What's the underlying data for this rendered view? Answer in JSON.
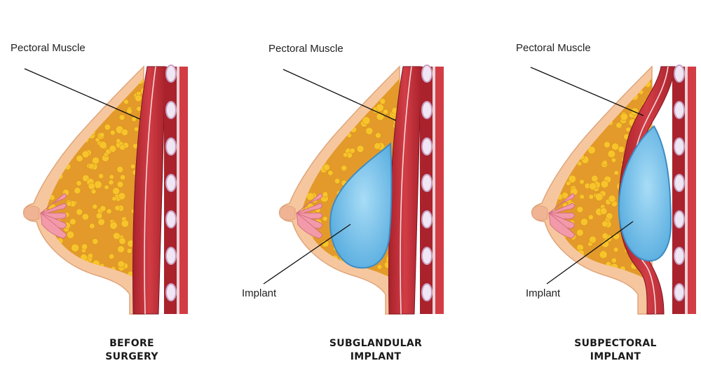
{
  "colors": {
    "skin": "#f6c79e",
    "skin_outline": "#e0a47a",
    "fat_bg": "#e39a2a",
    "fat_globule": "#f7c42c",
    "muscle": "#a9222c",
    "muscle_light": "#d23d45",
    "rib": "#c6a2c4",
    "implant": "#5aaee0",
    "implant_light": "#a8dcf6",
    "gland": "#f29aa9",
    "leader_line": "#111111"
  },
  "panels": [
    {
      "pectoral_label": "Pectoral Muscle",
      "implant_label": "",
      "caption_line1": "BEFORE",
      "caption_line2": "SURGERY"
    },
    {
      "pectoral_label": "Pectoral Muscle",
      "implant_label": "Implant",
      "caption_line1": "SUBGLANDULAR",
      "caption_line2": "IMPLANT"
    },
    {
      "pectoral_label": "Pectoral Muscle",
      "implant_label": "Implant",
      "caption_line1": "SUBPECTORAL",
      "caption_line2": "IMPLANT"
    }
  ]
}
